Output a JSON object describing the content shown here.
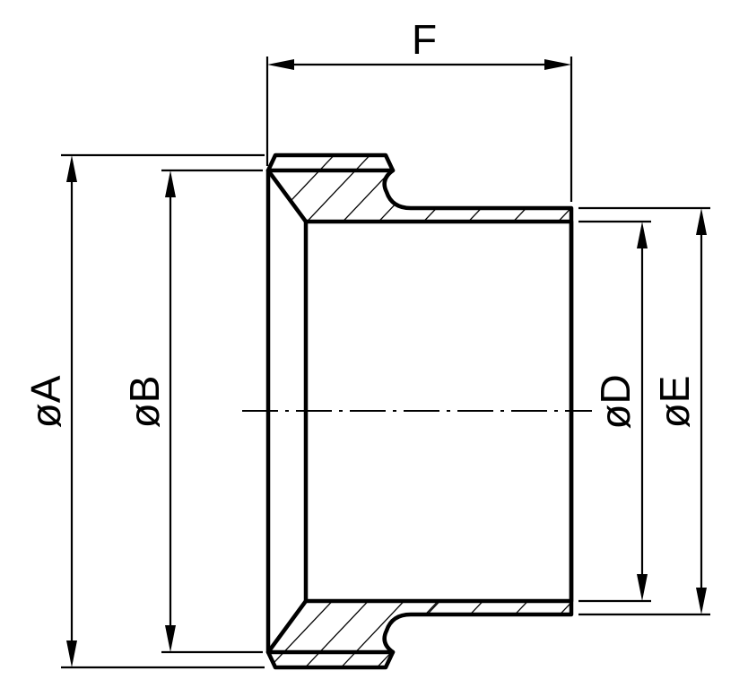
{
  "dimensions": {
    "overall_length": "F",
    "flange_outer_diameter": "øA",
    "flange_inner_diameter": "øB",
    "tube_inner_diameter": "øD",
    "tube_outer_diameter": "øE"
  }
}
